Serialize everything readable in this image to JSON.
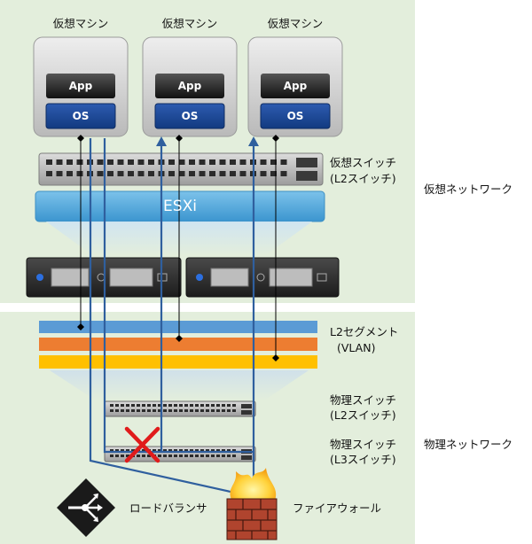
{
  "vm": {
    "title": "仮想マシン",
    "app": "App",
    "os": "OS"
  },
  "virtual": {
    "switch_line1": "仮想スイッチ",
    "switch_line2": "(L2スイッチ)",
    "hypervisor": "ESXi",
    "network": "仮想ネットワーク"
  },
  "physical": {
    "segment_line1": "L2セグメント",
    "segment_line2": "(VLAN)",
    "l2_line1": "物理スイッチ",
    "l2_line2": "(L2スイッチ)",
    "l3_line1": "物理スイッチ",
    "l3_line2": "(L3スイッチ)",
    "network": "物理ネットワーク",
    "lb": "ロードバランサ",
    "fw": "ファイアウォール"
  },
  "colors": {
    "bg_green": "#e3eedc",
    "segment_blue": "#5b9bd5",
    "segment_orange": "#ed7d31",
    "segment_yellow": "#ffc000",
    "path_blue": "#2f5f9e",
    "esxi": "#4fa6dc"
  }
}
